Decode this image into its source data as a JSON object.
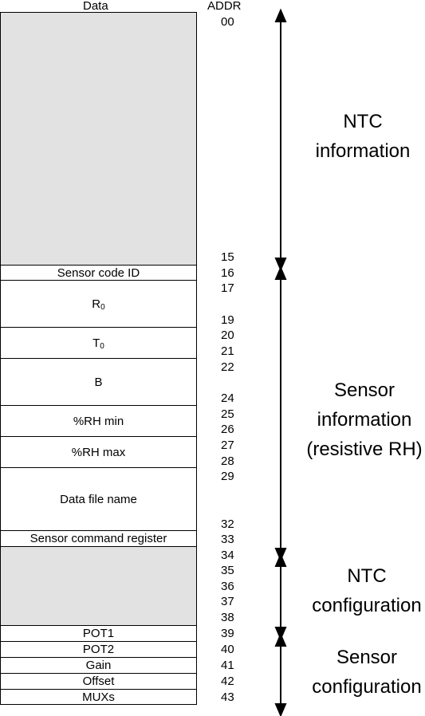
{
  "headers": {
    "data": "Data",
    "addr": "ADDR"
  },
  "blocks": [
    {
      "label": "",
      "fill": "gray"
    },
    {
      "label": "Sensor code ID",
      "fill": "white"
    },
    {
      "label": "R",
      "sub": "0",
      "fill": "white"
    },
    {
      "label": "T",
      "sub": "0",
      "fill": "white"
    },
    {
      "label": "B",
      "fill": "white"
    },
    {
      "label": "%RH min",
      "fill": "white"
    },
    {
      "label": "%RH max",
      "fill": "white"
    },
    {
      "label": "Data file name",
      "fill": "white"
    },
    {
      "label": "Sensor command register",
      "fill": "white"
    },
    {
      "label": "",
      "fill": "gray"
    },
    {
      "label": "POT1",
      "fill": "white"
    },
    {
      "label": "POT2",
      "fill": "white"
    },
    {
      "label": "Gain",
      "fill": "white"
    },
    {
      "label": "Offset",
      "fill": "white"
    },
    {
      "label": "MUXs",
      "fill": "white"
    }
  ],
  "addresses": [
    "00",
    "15",
    "16",
    "17",
    "19",
    "20",
    "21",
    "22",
    "24",
    "25",
    "26",
    "27",
    "28",
    "29",
    "32",
    "33",
    "34",
    "35",
    "36",
    "37",
    "38",
    "39",
    "40",
    "41",
    "42",
    "43"
  ],
  "sections": [
    {
      "lines": [
        "NTC",
        "information"
      ]
    },
    {
      "lines": [
        "Sensor",
        "information",
        "(resistive RH)"
      ]
    },
    {
      "lines": [
        "NTC",
        "configuration"
      ]
    },
    {
      "lines": [
        "Sensor",
        "configuration"
      ]
    }
  ]
}
